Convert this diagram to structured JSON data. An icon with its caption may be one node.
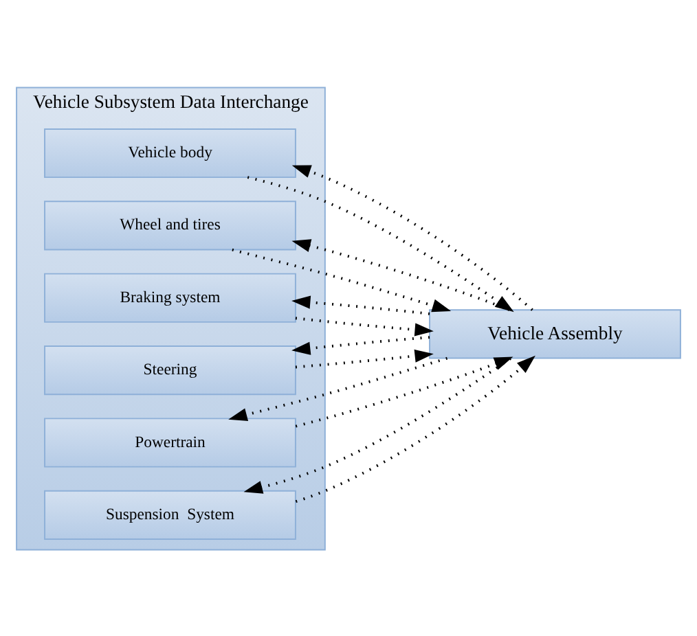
{
  "diagram": {
    "nodes": [
      {
        "text": [
          "Vehicle Subsystem Data Interchange"
        ]
      },
      {
        "text": [
          "Vehicle body"
        ],
        "in": 0
      },
      {
        "text": [
          "Wheel and tires"
        ],
        "in": 0
      },
      {
        "text": [
          "Braking system"
        ],
        "in": 0
      },
      {
        "text": [
          "Steering"
        ],
        "in": 0
      },
      {
        "text": [
          "Powertrain"
        ],
        "in": 0
      },
      {
        "text": [
          "Suspension  System"
        ],
        "in": 0
      },
      {
        "text": [
          "Vehicle Assembly"
        ]
      }
    ],
    "edges": [
      {
        "from": 7,
        "to": 1,
        "arrow": "to",
        "style": "dashed"
      },
      {
        "from": 7,
        "to": 2,
        "arrow": "to",
        "style": "dashed"
      },
      {
        "from": 7,
        "to": 3,
        "arrow": "to",
        "style": "dashed"
      },
      {
        "from": 7,
        "to": 4,
        "arrow": "to",
        "style": "dashed"
      },
      {
        "from": 7,
        "to": 5,
        "arrow": "to",
        "style": "dashed"
      },
      {
        "from": 7,
        "to": 6,
        "arrow": "to",
        "style": "dashed"
      },
      {
        "from": 1,
        "to": 7,
        "arrow": "to",
        "style": "dashed"
      },
      {
        "from": 2,
        "to": 7,
        "arrow": "to",
        "style": "dashed"
      },
      {
        "from": 3,
        "to": 7,
        "arrow": "to",
        "style": "dashed"
      },
      {
        "from": 4,
        "to": 7,
        "arrow": "to",
        "style": "dashed"
      },
      {
        "from": 5,
        "to": 7,
        "arrow": "to",
        "style": "dashed"
      },
      {
        "from": 6,
        "to": 7,
        "arrow": "to",
        "style": "dashed"
      }
    ]
  }
}
